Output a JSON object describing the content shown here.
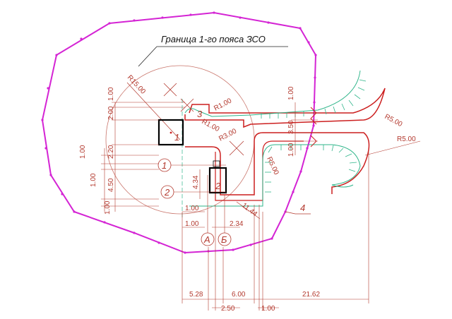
{
  "zone_label": "Граница 1-го пояса ЗСО",
  "colors": {
    "boundary": "#d424d4",
    "road": "#cc1f1f",
    "green": "#2fb58a",
    "dim": "#b3392e",
    "circle": "#c9746a"
  },
  "radii": {
    "r15": "R15.00",
    "r1a": "R1.00",
    "r1b": "R1.00",
    "r3": "R3.00",
    "r5a": "R5.00",
    "r5b": "R5.00",
    "r5c": "R5.00"
  },
  "labels": {
    "n1": "1",
    "n2": "2",
    "n3": "3",
    "n4": "4",
    "c1": "1",
    "c2": "2",
    "ca": "А",
    "cb": "Б"
  },
  "dims": {
    "v_left": [
      "1.00",
      "2.00",
      "1.00",
      "2.20",
      "1.00",
      "4.50",
      "1.00"
    ],
    "v_mid": [
      "4.34"
    ],
    "v_right": [
      "1.00",
      "3.50",
      "1.00"
    ],
    "h_small": [
      "1.00",
      "1.00",
      "2.34"
    ],
    "diag": "11.44",
    "bottom": [
      "5.28",
      "6.00",
      "21.62"
    ],
    "bottom2": [
      "2.50",
      "1.00"
    ]
  }
}
